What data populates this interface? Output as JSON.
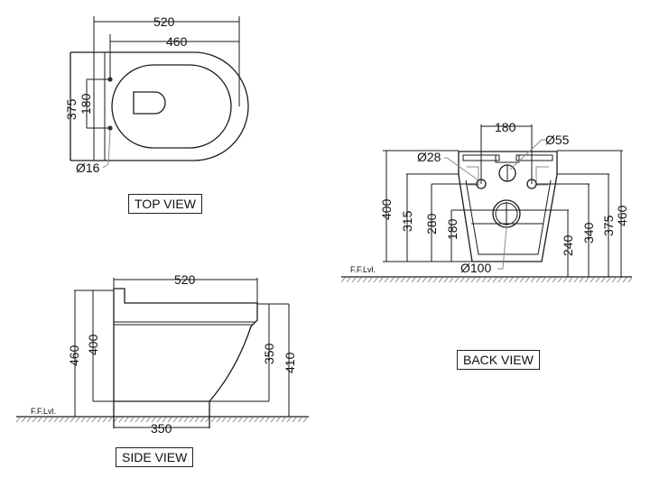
{
  "views": {
    "top": {
      "label": "TOP VIEW",
      "dims": {
        "overall_length": "520",
        "bowl_length": "460",
        "width": "375",
        "fixing_spacing": "180",
        "fixing_hole": "Ø16"
      }
    },
    "side": {
      "label": "SIDE VIEW",
      "floor_label": "F.F.Lvl.",
      "dims": {
        "length": "520",
        "base_length": "350",
        "total_height": "460",
        "rim_height": "400",
        "body_height": "350",
        "top_height": "410"
      }
    },
    "back": {
      "label": "BACK VIEW",
      "floor_label": "F.F.Lvl.",
      "dims": {
        "fixing_spacing": "180",
        "inlet": "Ø55",
        "fixing_hole": "Ø28",
        "outlet": "Ø100",
        "h400": "400",
        "h315": "315",
        "h280": "280",
        "h180": "180",
        "h240": "240",
        "h340": "340",
        "h375": "375",
        "h460": "460"
      }
    }
  }
}
